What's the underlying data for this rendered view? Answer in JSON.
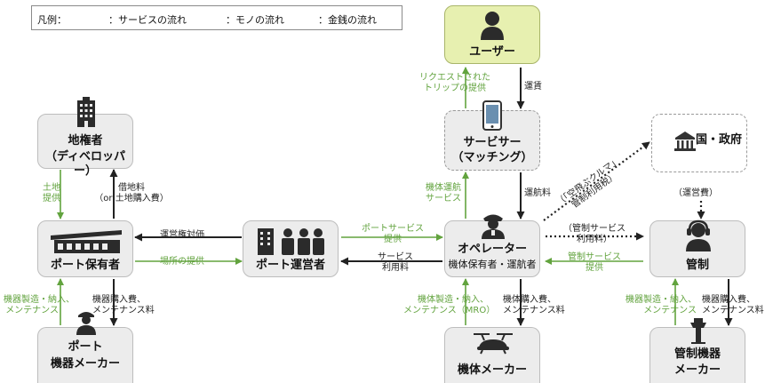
{
  "legend": {
    "title": "凡例：",
    "service": "：サービスの流れ",
    "goods": "：モノの流れ",
    "money": "：金銭の流れ"
  },
  "colors": {
    "green": "#62a33e",
    "black": "#222222",
    "user_box": "#e7f0b0",
    "box": "#ececec"
  },
  "nodes": {
    "user": {
      "label": "ユーザー",
      "icon": "person-icon"
    },
    "service": {
      "line1": "サービサー",
      "line2": "（マッチング）",
      "icon": "smartphone-icon"
    },
    "gov": {
      "label": "国・政府",
      "icon": "government-building-icon"
    },
    "landowner": {
      "line1": "地権者",
      "line2": "（ディベロッパー）",
      "icon": "building-icon"
    },
    "port_owner": {
      "label": "ポート保有者",
      "icon": "port-facility-icon"
    },
    "port_operator": {
      "label": "ポート運営者",
      "icon": "staff-icon"
    },
    "operator": {
      "label": "オペレーター",
      "sub": "機体保有者・運航者",
      "icon": "pilot-icon"
    },
    "control": {
      "label": "管制",
      "icon": "headset-operator-icon"
    },
    "port_maker": {
      "line1": "ポート",
      "line2": "機器メーカー",
      "icon": "worker-icon"
    },
    "aircraft_maker": {
      "label": "機体メーカー",
      "icon": "flying-car-icon"
    },
    "control_maker": {
      "line1": "管制機器",
      "line2": "メーカー",
      "icon": "control-tower-icon"
    }
  },
  "labels": {
    "request_trip": [
      "リクエストされた",
      "トリップの提供"
    ],
    "fare": "運賃",
    "aircraft_service": [
      "機体運航",
      "サービス"
    ],
    "operation_fee": "運航料",
    "sky_car_tax": [
      "（「空飛ぶクルマ」",
      "管制利用税）"
    ],
    "operating_cost": "（運営費）",
    "land_provide": [
      "土地",
      "提供"
    ],
    "land_rent": [
      "借地料",
      "（or 土地購入費）"
    ],
    "port_usage_right": "運営権対価",
    "place_provide": "場所の提供",
    "port_service": [
      "ポートサービス",
      "提供"
    ],
    "service_fee": [
      "サービス",
      "利用料"
    ],
    "control_fee": [
      "（管制サービス",
      "利用料）"
    ],
    "control_service": [
      "管制サービス",
      "提供"
    ],
    "manuf_port": [
      "機器製造・納入、",
      "メンテナンス"
    ],
    "buy_port": [
      "機器購入費、",
      "メンテナンス料"
    ],
    "manuf_aircraft": [
      "機体製造・納入、",
      "メンテナンス（MRO）"
    ],
    "buy_aircraft": [
      "機体購入費、",
      "メンテナンス料"
    ],
    "manuf_control": [
      "機器製造・納入、",
      "メンテナンス"
    ],
    "buy_control": [
      "機器購入費、",
      "メンテナンス料"
    ]
  }
}
